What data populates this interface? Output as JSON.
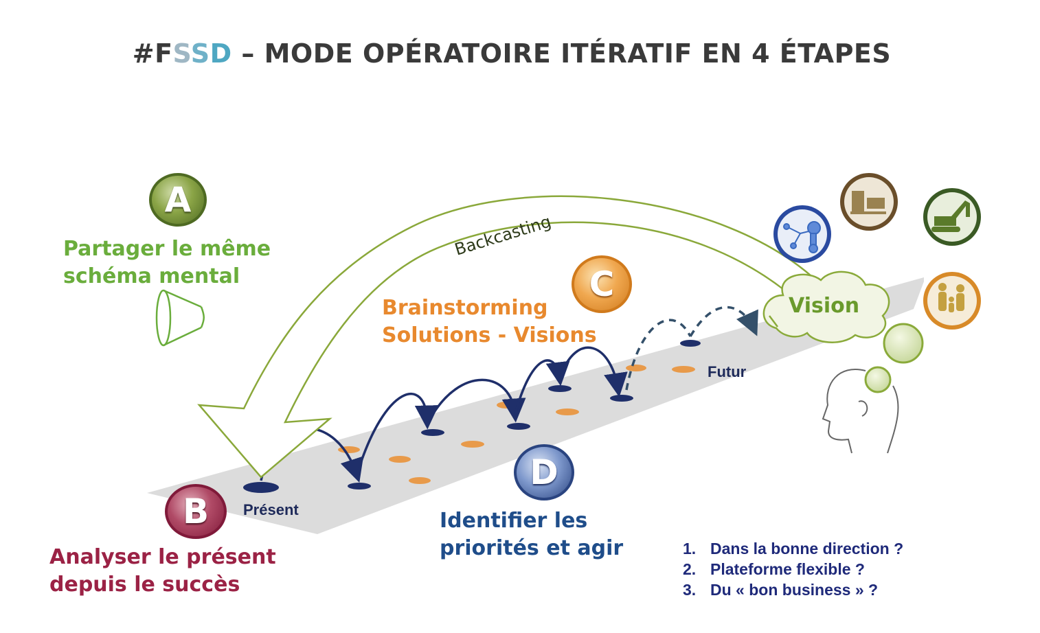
{
  "title": {
    "hash": "#",
    "letters": [
      "F",
      "S",
      "S",
      "D"
    ],
    "rest": " – MODE OPÉRATOIRE ITÉRATIF EN 4 ÉTAPES"
  },
  "steps": {
    "a": {
      "letter": "A",
      "line1": "Partager le même",
      "line2": "schéma mental",
      "color": "#6aad3c"
    },
    "b": {
      "letter": "B",
      "line1": "Analyser le présent",
      "line2": "depuis le succès",
      "color": "#9b2245"
    },
    "c": {
      "letter": "C",
      "line1": "Brainstorming",
      "line2": "Solutions - Visions",
      "color": "#e8892e"
    },
    "d": {
      "letter": "D",
      "line1": "Identifier les",
      "line2": "priorités et agir",
      "color": "#1f4d8a"
    }
  },
  "path_labels": {
    "present": "Présent",
    "futur": "Futur",
    "backcasting": "Backcasting",
    "vision": "Vision"
  },
  "questions": [
    {
      "num": "1.",
      "text": "Dans la bonne direction ?"
    },
    {
      "num": "2.",
      "text": "Plateforme flexible ?"
    },
    {
      "num": "3.",
      "text": "Du « bon business » ?"
    }
  ],
  "icons": [
    "network-icon",
    "server-icon",
    "excavator-icon",
    "family-icon",
    "head-icon",
    "cone-icon"
  ]
}
